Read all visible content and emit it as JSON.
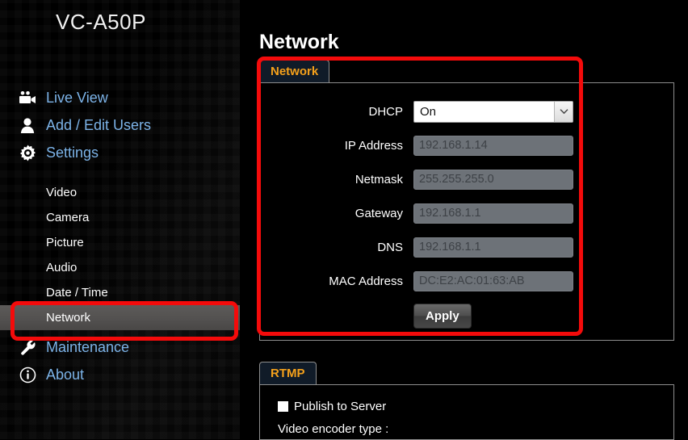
{
  "brand": {
    "model": "VC-A50P"
  },
  "sidebar": {
    "main_items": [
      {
        "label": "Live View",
        "icon": "video-camera-icon"
      },
      {
        "label": "Add / Edit Users",
        "icon": "user-icon"
      },
      {
        "label": "Settings",
        "icon": "gear-icon"
      }
    ],
    "sub_items": [
      {
        "label": "Video",
        "active": false
      },
      {
        "label": "Camera",
        "active": false
      },
      {
        "label": "Picture",
        "active": false
      },
      {
        "label": "Audio",
        "active": false
      },
      {
        "label": "Date / Time",
        "active": false
      },
      {
        "label": "Network",
        "active": true
      }
    ],
    "bottom_items": [
      {
        "label": "Maintenance",
        "icon": "wrench-icon"
      },
      {
        "label": "About",
        "icon": "info-circle-icon"
      }
    ]
  },
  "page": {
    "title": "Network"
  },
  "network_panel": {
    "tab_label": "Network",
    "fields": [
      {
        "label": "DHCP",
        "type": "select",
        "value": "On"
      },
      {
        "label": "IP Address",
        "type": "text",
        "value": "192.168.1.14"
      },
      {
        "label": "Netmask",
        "type": "text",
        "value": "255.255.255.0"
      },
      {
        "label": "Gateway",
        "type": "text",
        "value": "192.168.1.1"
      },
      {
        "label": "DNS",
        "type": "text",
        "value": "192.168.1.1"
      },
      {
        "label": "MAC Address",
        "type": "text",
        "value": "DC:E2:AC:01:63:AB"
      }
    ],
    "apply_label": "Apply"
  },
  "rtmp_panel": {
    "tab_label": "RTMP",
    "publish_label": "Publish to Server",
    "publish_checked": false,
    "encoder_label": "Video encoder type :"
  },
  "colors": {
    "accent_orange": "#f5a11b",
    "link_blue": "#7cb3e8",
    "annotation_red": "#f40b0b",
    "active_item_gray": "#545250",
    "input_gray": "#6d7278"
  }
}
